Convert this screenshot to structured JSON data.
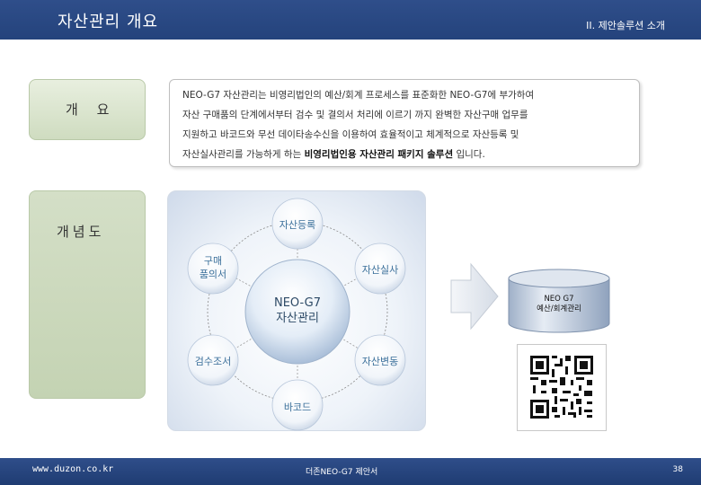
{
  "header": {
    "title": "자산관리 개요",
    "section": "II. 제안솔루션 소개"
  },
  "labels": {
    "overview": "개 요",
    "concept": "개념도"
  },
  "overview": {
    "line1": "NEO-G7 자산관리는 비영리법인의 예산/회계 프로세스를 표준화한 NEO-G7에 부가하여",
    "line2": "자산 구매품의 단계에서부터 검수 및 결의서 처리에 이르기 까지  완벽한 자산구매 업무를",
    "line3": "지원하고  바코드와 무선 데이타송수신을  이용하여 효율적이고 체계적으로 자산등록 및",
    "line4_pre": "자산실사관리를 가능하게 하는  ",
    "line4_bold": "비영리법인용 자산관리 패키지 솔루션",
    "line4_post": " 입니다."
  },
  "diagram": {
    "center_line1": "NEO-G7",
    "center_line2": "자산관리",
    "node_top": "자산등록",
    "node_top_right": "자산실사",
    "node_top_left_line1": "구매",
    "node_top_left_line2": "품의서",
    "node_bottom_left": "검수조서",
    "node_bottom_right": "자산변동",
    "node_bottom": "바코드"
  },
  "database": {
    "line1": "NEO G7",
    "line2": "예산/회계관리"
  },
  "footer": {
    "url": "www.duzon.co.kr",
    "doc": "더존NEO-G7 제안서",
    "page": "38"
  },
  "colors": {
    "header": "#2f4e8a",
    "label_green": "#cfdcc0",
    "node_blue": "#3a6f9a"
  }
}
